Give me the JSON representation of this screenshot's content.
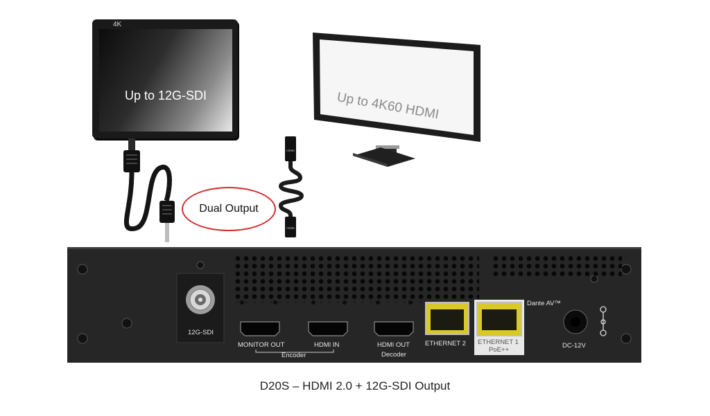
{
  "monitor": {
    "brand_badge": "4K",
    "screen_text": "Up to 12G-SDI"
  },
  "tv": {
    "screen_text": "Up to 4K60 HDMI"
  },
  "callout": {
    "text": "Dual Output"
  },
  "cables": {
    "hdmi_plug_label_top": "HDMI",
    "hdmi_plug_label_bottom": "HDMI"
  },
  "device": {
    "ports": {
      "sdi": "12G-SDI",
      "monitor_out": "MONITOR OUT",
      "encoder": "Encoder",
      "hdmi_in": "HDMI IN",
      "hdmi_out": "HDMI OUT",
      "decoder": "Decoder",
      "ethernet2": "ETHERNET 2",
      "ethernet1": "ETHERNET 1",
      "poe": "PoE++",
      "dante": "Dante AV™",
      "dc": "DC-12V"
    }
  },
  "caption": "D20S – HDMI 2.0 + 12G-SDI Output"
}
